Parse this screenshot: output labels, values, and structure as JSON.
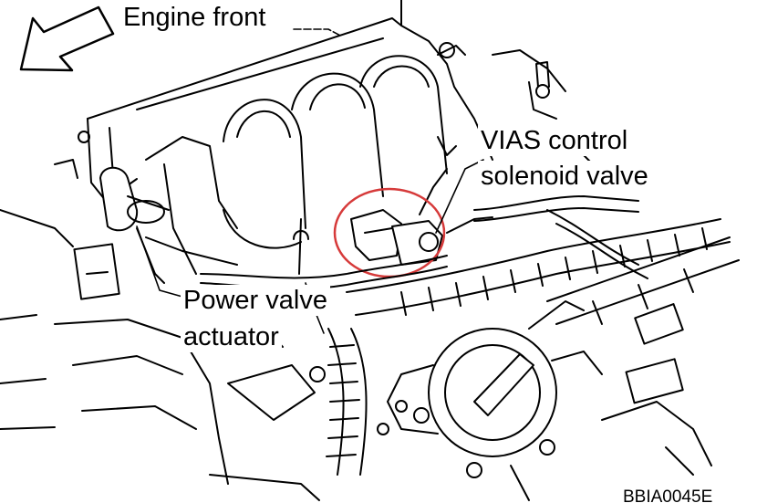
{
  "labels": {
    "engine_front": "Engine front",
    "vias_line1": "VIAS control",
    "vias_line2": "solenoid valve",
    "power_line1": "Power valve",
    "power_line2": "actuator"
  },
  "figure_code": "BBIA0045E",
  "colors": {
    "line": "#000000",
    "background": "#ffffff",
    "highlight_circle": "#d63a3a"
  }
}
